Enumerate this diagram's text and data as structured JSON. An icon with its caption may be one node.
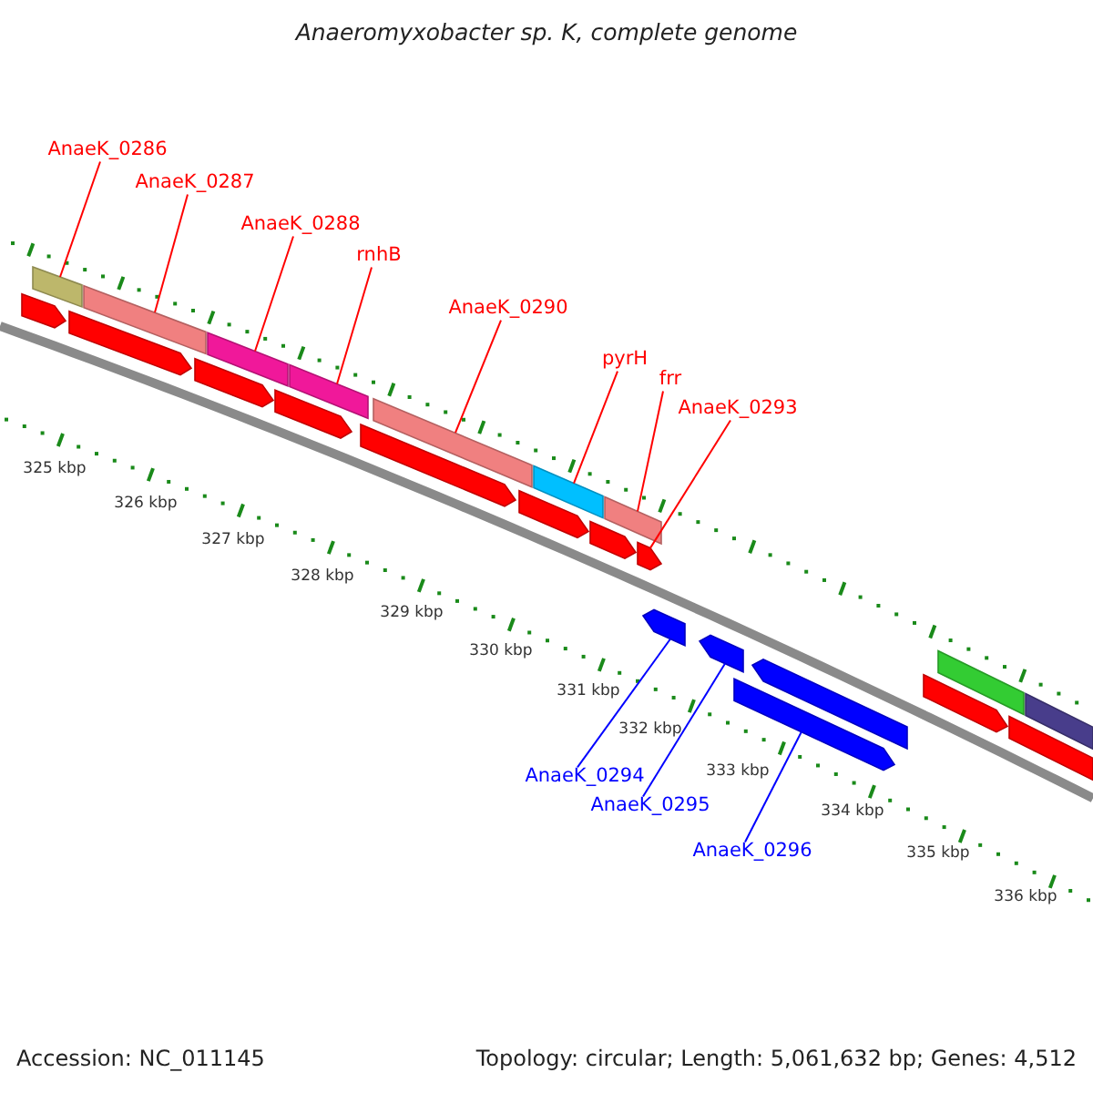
{
  "diagram": {
    "title": "Anaeromyxobacter sp. K, complete genome",
    "nodes": [
      {
        "text": [
          "AnaeK_0286"
        ]
      },
      {
        "text": [
          "AnaeK_0287"
        ]
      },
      {
        "text": [
          "AnaeK_0288"
        ]
      },
      {
        "text": [
          "rnhB"
        ]
      },
      {
        "text": [
          "AnaeK_0290"
        ]
      },
      {
        "text": [
          "pyrH"
        ]
      },
      {
        "text": [
          "frr"
        ]
      },
      {
        "text": [
          "AnaeK_0293"
        ]
      },
      {
        "text": [
          "AnaeK_0294"
        ]
      },
      {
        "text": [
          "AnaeK_0295"
        ]
      },
      {
        "text": [
          "AnaeK_0296"
        ]
      },
      {
        "text": [],
        "shape": "bar"
      },
      {
        "text": [],
        "shape": "bar"
      },
      {
        "text": [],
        "shape": "bar"
      },
      {
        "text": [],
        "shape": "bar"
      },
      {
        "text": [],
        "shape": "bar"
      },
      {
        "text": [],
        "shape": "bar"
      },
      {
        "text": [],
        "shape": "bar"
      },
      {
        "text": [],
        "shape": "arrow"
      },
      {
        "text": [],
        "shape": "arrow"
      },
      {
        "text": [],
        "shape": "arrow"
      },
      {
        "text": [],
        "shape": "arrow"
      },
      {
        "text": [],
        "shape": "arrow"
      },
      {
        "text": [],
        "shape": "arrow"
      },
      {
        "text": [],
        "shape": "arrow"
      },
      {
        "text": [],
        "shape": "arrow"
      },
      {
        "text": [],
        "shape": "arrow"
      },
      {
        "text": [],
        "shape": "arrow"
      },
      {
        "text": [],
        "shape": "arrow"
      },
      {
        "text": [],
        "shape": "arrow"
      },
      {
        "text": [],
        "shape": "bar"
      },
      {
        "text": [],
        "shape": "bar"
      },
      {
        "text": [],
        "shape": "arrow"
      },
      {
        "text": [],
        "shape": "arrow"
      }
    ],
    "edges": [
      {
        "from": 0,
        "to": 11,
        "arrow": "none"
      },
      {
        "from": 1,
        "to": 12,
        "arrow": "none"
      },
      {
        "from": 2,
        "to": 13,
        "arrow": "none"
      },
      {
        "from": 3,
        "to": 14,
        "arrow": "none"
      },
      {
        "from": 4,
        "to": 15,
        "arrow": "none"
      },
      {
        "from": 5,
        "to": 16,
        "arrow": "none"
      },
      {
        "from": 6,
        "to": 17,
        "arrow": "none"
      },
      {
        "from": 7,
        "to": 18,
        "arrow": "none"
      },
      {
        "from": 8,
        "to": 19,
        "arrow": "none",
        "color": "#0000ff"
      },
      {
        "from": 9,
        "to": 20,
        "arrow": "none",
        "color": "#0000ff"
      },
      {
        "from": 10,
        "to": 21,
        "arrow": "none",
        "color": "#0000ff"
      }
    ],
    "labels": [
      "325 kbp",
      "326 kbp",
      "327 kbp",
      "328 kbp",
      "329 kbp",
      "330 kbp",
      "331 kbp",
      "332 kbp",
      "333 kbp",
      "334 kbp",
      "335 kbp",
      "336 kbp",
      "Accession: NC_011145",
      "Topology: circular; Length: 5,061,632 bp; Genes: 4,512"
    ]
  }
}
